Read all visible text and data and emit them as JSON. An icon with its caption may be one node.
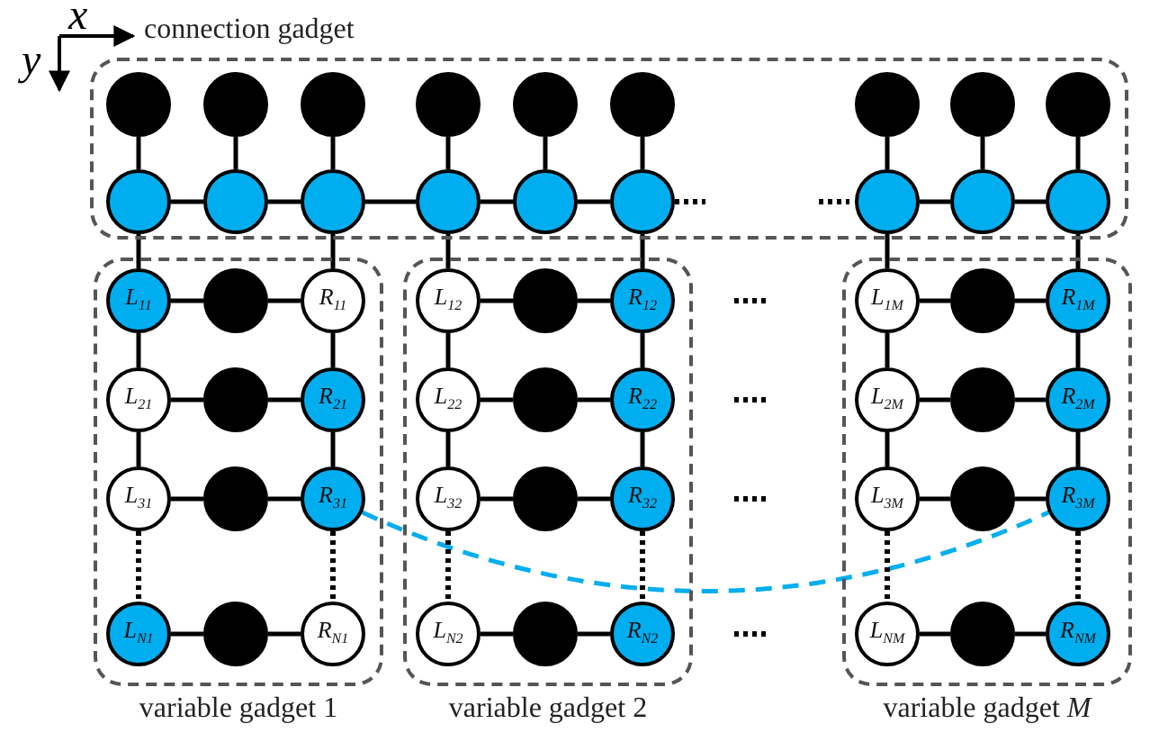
{
  "diagram": {
    "nodes": [
      {
        "text": [
          "connection gadget"
        ]
      },
      {
        "text": [],
        "shape": "circle",
        "in": 0
      },
      {
        "text": [],
        "shape": "circle",
        "in": 0
      },
      {
        "text": [],
        "shape": "circle",
        "in": 0
      },
      {
        "text": [],
        "shape": "circle",
        "in": 0
      },
      {
        "text": [],
        "shape": "circle",
        "in": 0
      },
      {
        "text": [],
        "shape": "circle",
        "in": 0
      },
      {
        "text": [],
        "shape": "circle",
        "in": 0
      },
      {
        "text": [],
        "shape": "circle",
        "in": 0
      },
      {
        "text": [],
        "shape": "circle",
        "in": 0
      },
      {
        "text": [],
        "shape": "circle",
        "in": 0
      },
      {
        "text": [],
        "shape": "circle",
        "in": 0
      },
      {
        "text": [],
        "shape": "circle",
        "in": 0
      },
      {
        "text": [],
        "shape": "circle",
        "in": 0
      },
      {
        "text": [],
        "shape": "circle",
        "in": 0
      },
      {
        "text": [],
        "shape": "circle",
        "in": 0
      },
      {
        "text": [],
        "shape": "circle",
        "in": 0
      },
      {
        "text": [],
        "shape": "circle",
        "in": 0
      },
      {
        "text": [],
        "shape": "circle",
        "in": 0
      },
      {
        "text": [
          "variable gadget 1"
        ]
      },
      {
        "text": [
          "L$_{11}$"
        ],
        "in": 19
      },
      {
        "text": [],
        "shape": "circle",
        "in": 19
      },
      {
        "text": [
          "R$_{11}$"
        ],
        "in": 19
      },
      {
        "text": [
          "L$_{21}$"
        ],
        "in": 19
      },
      {
        "text": [],
        "shape": "circle",
        "in": 19
      },
      {
        "text": [
          "R$_{21}$"
        ],
        "in": 19
      },
      {
        "text": [
          "L$_{31}$"
        ],
        "in": 19
      },
      {
        "text": [],
        "shape": "circle",
        "in": 19
      },
      {
        "text": [
          "R$_{31}$"
        ],
        "in": 19
      },
      {
        "text": [
          "L$_{N1}$"
        ],
        "in": 19
      },
      {
        "text": [],
        "shape": "circle",
        "in": 19
      },
      {
        "text": [
          "R$_{N1}$"
        ],
        "in": 19
      },
      {
        "text": [
          "variable gadget 2"
        ]
      },
      {
        "text": [
          "L$_{12}$"
        ],
        "in": 32
      },
      {
        "text": [],
        "shape": "circle",
        "in": 32
      },
      {
        "text": [
          "R$_{12}$"
        ],
        "in": 32
      },
      {
        "text": [
          "L$_{22}$"
        ],
        "in": 32
      },
      {
        "text": [],
        "shape": "circle",
        "in": 32
      },
      {
        "text": [
          "R$_{22}$"
        ],
        "in": 32
      },
      {
        "text": [
          "L$_{32}$"
        ],
        "in": 32
      },
      {
        "text": [],
        "shape": "circle",
        "in": 32
      },
      {
        "text": [
          "R$_{32}$"
        ],
        "in": 32
      },
      {
        "text": [
          "L$_{N2}$"
        ],
        "in": 32
      },
      {
        "text": [],
        "shape": "circle",
        "in": 32
      },
      {
        "text": [
          "R$_{N2}$"
        ],
        "in": 32
      },
      {
        "text": [
          "variable gadget *M*"
        ]
      },
      {
        "text": [
          "L$_{1M}$"
        ],
        "in": 45
      },
      {
        "text": [],
        "shape": "circle",
        "in": 45
      },
      {
        "text": [
          "R$_{1M}$"
        ],
        "in": 45
      },
      {
        "text": [
          "L$_{2M}$"
        ],
        "in": 45
      },
      {
        "text": [],
        "shape": "circle",
        "in": 45
      },
      {
        "text": [
          "R$_{2M}$"
        ],
        "in": 45
      },
      {
        "text": [
          "L$_{3M}$"
        ],
        "in": 45
      },
      {
        "text": [],
        "shape": "circle",
        "in": 45
      },
      {
        "text": [
          "R$_{3M}$"
        ],
        "in": 45
      },
      {
        "text": [
          "L$_{NM}$"
        ],
        "in": 45
      },
      {
        "text": [],
        "shape": "circle",
        "in": 45
      },
      {
        "text": [
          "R$_{NM}$"
        ],
        "in": 45
      }
    ],
    "edges": [
      {
        "from": 1,
        "to": 10,
        "arrow": "none"
      },
      {
        "from": 2,
        "to": 11,
        "arrow": "none"
      },
      {
        "from": 3,
        "to": 12,
        "arrow": "none"
      },
      {
        "from": 4,
        "to": 13,
        "arrow": "none"
      },
      {
        "from": 5,
        "to": 14,
        "arrow": "none"
      },
      {
        "from": 6,
        "to": 15,
        "arrow": "none"
      },
      {
        "from": 7,
        "to": 16,
        "arrow": "none"
      },
      {
        "from": 8,
        "to": 17,
        "arrow": "none"
      },
      {
        "from": 9,
        "to": 18,
        "arrow": "none"
      },
      {
        "from": 10,
        "to": 11,
        "arrow": "none"
      },
      {
        "from": 11,
        "to": 12,
        "arrow": "none"
      },
      {
        "from": 12,
        "to": 13,
        "arrow": "none"
      },
      {
        "from": 13,
        "to": 14,
        "arrow": "none"
      },
      {
        "from": 14,
        "to": 15,
        "arrow": "none"
      },
      {
        "from": 16,
        "to": 17,
        "arrow": "none"
      },
      {
        "from": 17,
        "to": 18,
        "arrow": "none"
      },
      {
        "from": 10,
        "to": 20,
        "arrow": "none"
      },
      {
        "from": 12,
        "to": 22,
        "arrow": "none"
      },
      {
        "from": 13,
        "to": 33,
        "arrow": "none"
      },
      {
        "from": 15,
        "to": 35,
        "arrow": "none"
      },
      {
        "from": 16,
        "to": 46,
        "arrow": "none"
      },
      {
        "from": 18,
        "to": 48,
        "arrow": "none"
      },
      {
        "from": 20,
        "to": 21,
        "arrow": "none"
      },
      {
        "from": 21,
        "to": 22,
        "arrow": "none"
      },
      {
        "from": 23,
        "to": 24,
        "arrow": "none"
      },
      {
        "from": 24,
        "to": 25,
        "arrow": "none"
      },
      {
        "from": 26,
        "to": 27,
        "arrow": "none"
      },
      {
        "from": 27,
        "to": 28,
        "arrow": "none"
      },
      {
        "from": 29,
        "to": 30,
        "arrow": "none"
      },
      {
        "from": 30,
        "to": 31,
        "arrow": "none"
      },
      {
        "from": 20,
        "to": 23,
        "arrow": "none"
      },
      {
        "from": 23,
        "to": 26,
        "arrow": "none"
      },
      {
        "from": 22,
        "to": 25,
        "arrow": "none"
      },
      {
        "from": 25,
        "to": 28,
        "arrow": "none"
      },
      {
        "from": 33,
        "to": 34,
        "arrow": "none"
      },
      {
        "from": 34,
        "to": 35,
        "arrow": "none"
      },
      {
        "from": 36,
        "to": 37,
        "arrow": "none"
      },
      {
        "from": 37,
        "to": 38,
        "arrow": "none"
      },
      {
        "from": 39,
        "to": 40,
        "arrow": "none"
      },
      {
        "from": 40,
        "to": 41,
        "arrow": "none"
      },
      {
        "from": 42,
        "to": 43,
        "arrow": "none"
      },
      {
        "from": 43,
        "to": 44,
        "arrow": "none"
      },
      {
        "from": 33,
        "to": 36,
        "arrow": "none"
      },
      {
        "from": 36,
        "to": 39,
        "arrow": "none"
      },
      {
        "from": 35,
        "to": 38,
        "arrow": "none"
      },
      {
        "from": 38,
        "to": 41,
        "arrow": "none"
      },
      {
        "from": 46,
        "to": 47,
        "arrow": "none"
      },
      {
        "from": 47,
        "to": 48,
        "arrow": "none"
      },
      {
        "from": 49,
        "to": 50,
        "arrow": "none"
      },
      {
        "from": 50,
        "to": 51,
        "arrow": "none"
      },
      {
        "from": 52,
        "to": 53,
        "arrow": "none"
      },
      {
        "from": 53,
        "to": 54,
        "arrow": "none"
      },
      {
        "from": 55,
        "to": 56,
        "arrow": "none"
      },
      {
        "from": 56,
        "to": 57,
        "arrow": "none"
      },
      {
        "from": 46,
        "to": 49,
        "arrow": "none"
      },
      {
        "from": 49,
        "to": 52,
        "arrow": "none"
      },
      {
        "from": 48,
        "to": 51,
        "arrow": "none"
      },
      {
        "from": 51,
        "to": 54,
        "arrow": "none"
      },
      {
        "from": 28,
        "to": 54,
        "arrow": "none",
        "style": "dashed",
        "color": "#00aeef"
      },
      {
        "from": 26,
        "to": 29,
        "arrow": "none",
        "style": "dashed"
      },
      {
        "from": 28,
        "to": 31,
        "arrow": "none",
        "style": "dashed"
      },
      {
        "from": 39,
        "to": 42,
        "arrow": "none",
        "style": "dashed"
      },
      {
        "from": 41,
        "to": 44,
        "arrow": "none",
        "style": "dashed"
      },
      {
        "from": 52,
        "to": 55,
        "arrow": "none",
        "style": "dashed"
      },
      {
        "from": 54,
        "to": 57,
        "arrow": "none",
        "style": "dashed"
      }
    ],
    "labels": [
      "x",
      "y"
    ]
  }
}
